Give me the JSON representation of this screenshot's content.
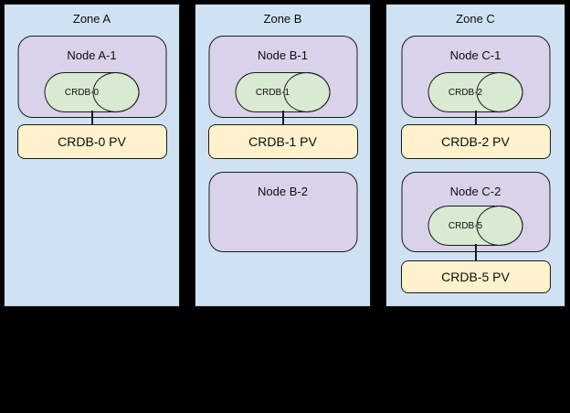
{
  "diagram_type": "kubernetes-zone-topology",
  "colors": {
    "background": "#000000",
    "zone_fill": "#cfe2f3",
    "node_fill": "#d9d2e9",
    "db_fill": "#d9ead3",
    "pv_fill": "#fff2cc",
    "border": "#1a1a1a",
    "text": "#0d0d0d"
  },
  "zones": [
    {
      "label": "Zone A",
      "nodes": [
        {
          "label": "Node A-1",
          "db_label": "CRDB-0",
          "pv_label": "CRDB-0 PV"
        }
      ]
    },
    {
      "label": "Zone B",
      "nodes": [
        {
          "label": "Node B-1",
          "db_label": "CRDB-1",
          "pv_label": "CRDB-1 PV"
        },
        {
          "label": "Node B-2"
        }
      ]
    },
    {
      "label": "Zone C",
      "nodes": [
        {
          "label": "Node C-1",
          "db_label": "CRDB-2",
          "pv_label": "CRDB-2 PV"
        },
        {
          "label": "Node C-2",
          "db_label": "CRDB-5",
          "pv_label": "CRDB-5 PV"
        }
      ]
    }
  ]
}
